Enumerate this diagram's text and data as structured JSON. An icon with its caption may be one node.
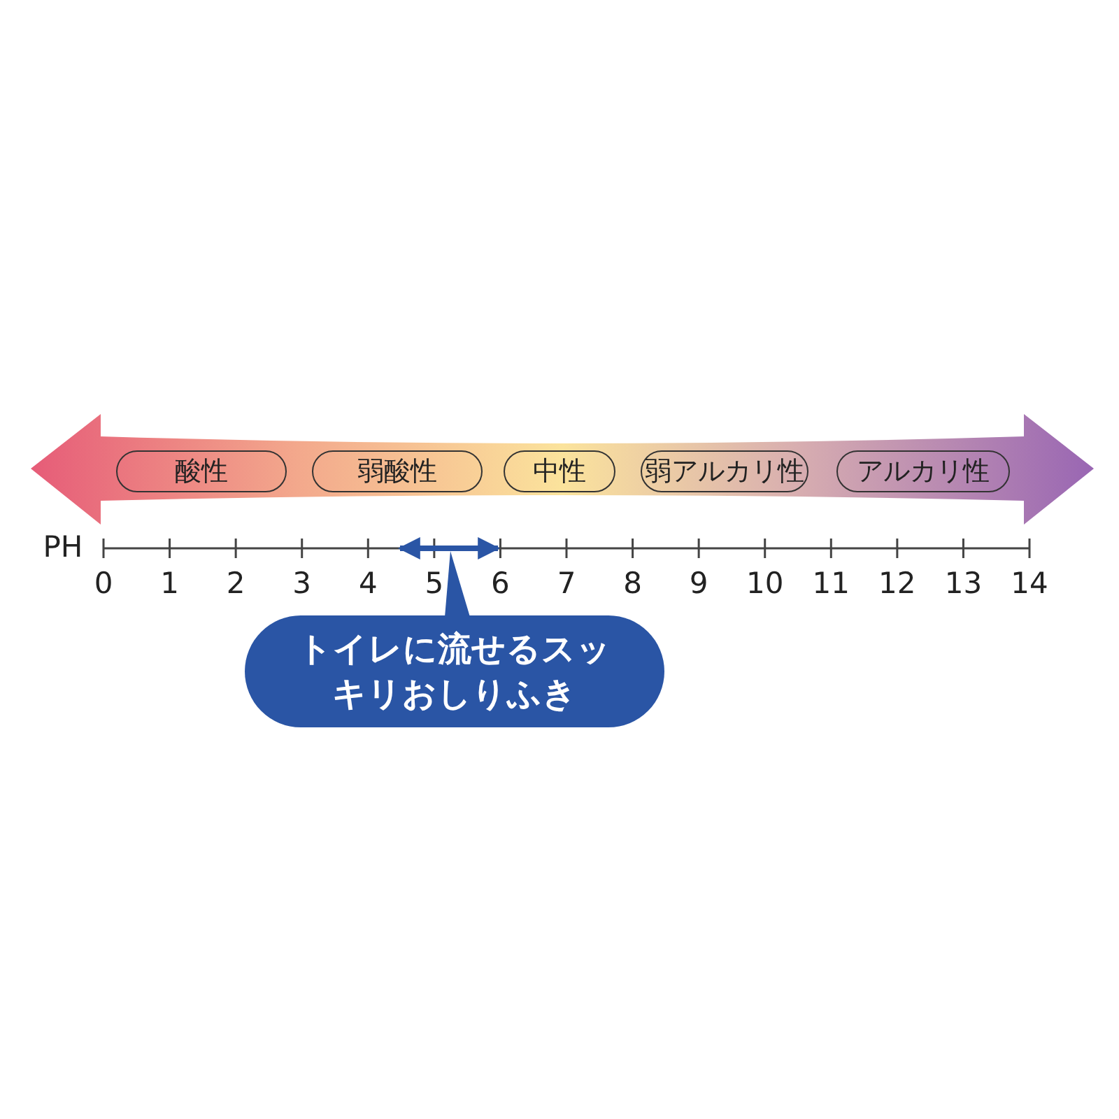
{
  "diagram": {
    "nodes": [
      {
        "text": [
          "酸性"
        ]
      },
      {
        "text": [
          "弱酸性"
        ]
      },
      {
        "text": [
          "中性"
        ]
      },
      {
        "text": [
          "弱アルカリ性"
        ]
      },
      {
        "text": [
          "アルカリ性"
        ]
      },
      {
        "text": [
          "トイレに流せるスッキリおしりふき"
        ]
      }
    ],
    "edges": [],
    "labels": [
      "PH",
      "0",
      "1",
      "2",
      "3",
      "4",
      "5",
      "6",
      "7",
      "8",
      "9",
      "10",
      "11",
      "12",
      "13",
      "14"
    ]
  }
}
